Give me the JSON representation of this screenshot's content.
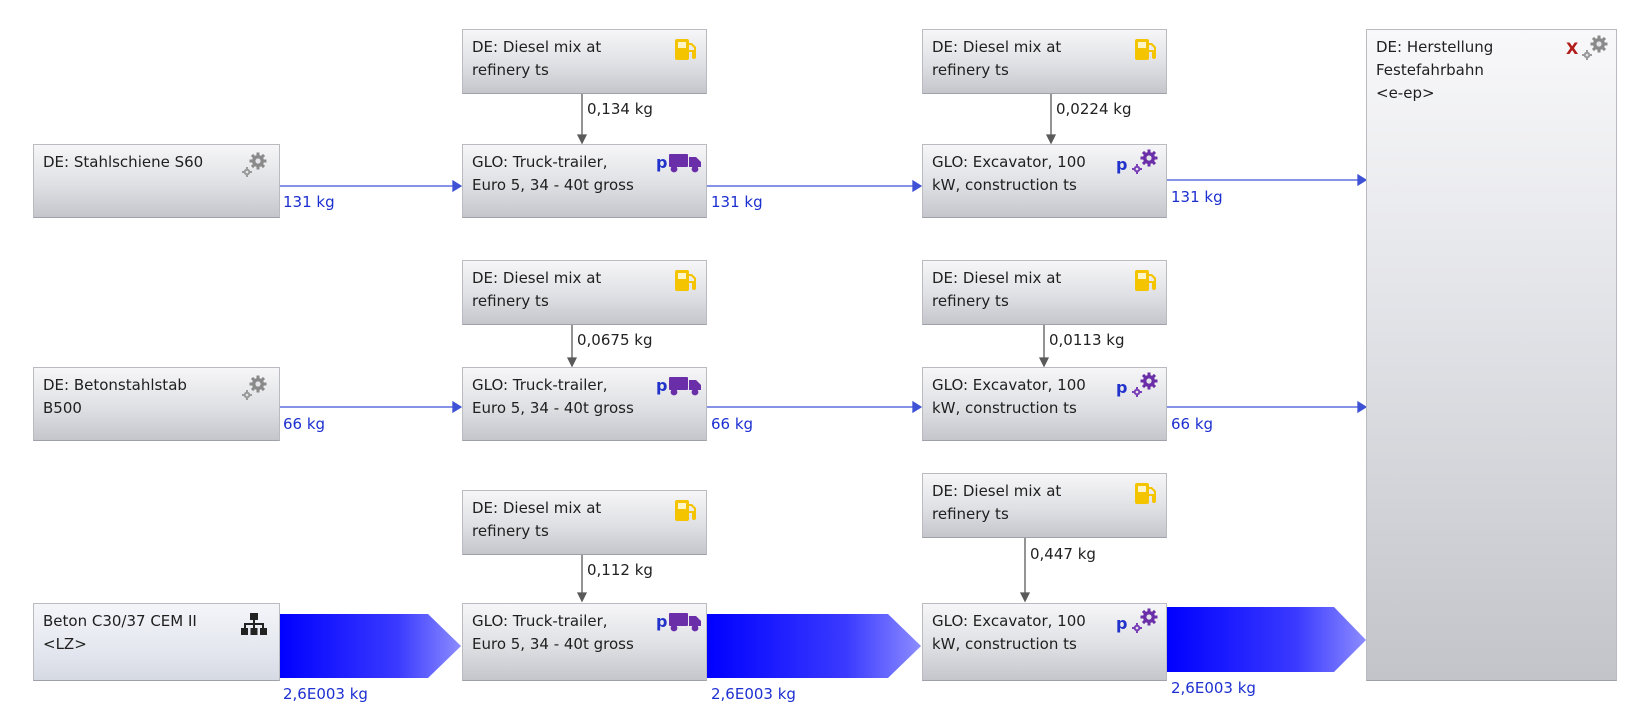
{
  "processes": {
    "stahlschiene": "DE: Stahlschiene S60",
    "betonstahl": "DE: Betonstahlstab\nB500",
    "beton": "Beton C30/37  CEM II\n<LZ>",
    "truck_1": "GLO: Truck-trailer,\nEuro 5, 34 - 40t gross",
    "truck_2": "GLO: Truck-trailer,\nEuro 5, 34 - 40t gross",
    "truck_3": "GLO: Truck-trailer,\nEuro 5, 34 - 40t gross",
    "excavator_1": "GLO: Excavator, 100\nkW, construction ts",
    "excavator_2": "GLO: Excavator, 100\nkW, construction ts",
    "excavator_3": "GLO: Excavator, 100\nkW, construction ts",
    "diesel_t1": "DE: Diesel mix at\nrefinery ts",
    "diesel_t2": "DE: Diesel mix at\nrefinery ts",
    "diesel_t3": "DE: Diesel mix at\nrefinery ts",
    "diesel_e1": "DE: Diesel mix at\nrefinery ts",
    "diesel_e2": "DE: Diesel mix at\nrefinery ts",
    "diesel_e3": "DE: Diesel mix at\nrefinery ts",
    "final": "DE: Herstellung\nFestefahrbahn\n<e-ep>"
  },
  "flows": {
    "stahl_to_truck": "131 kg",
    "truck1_to_exc": "131 kg",
    "exc1_to_final": "131 kg",
    "betonstahl_to_truck": "66 kg",
    "truck2_to_exc": "66 kg",
    "exc2_to_final": "66 kg",
    "beton_to_truck": "2,6E003 kg",
    "truck3_to_exc": "2,6E003 kg",
    "exc3_to_final": "2,6E003 kg",
    "diesel_t1": "0,134 kg",
    "diesel_t2": "0,0675 kg",
    "diesel_t3": "0,112 kg",
    "diesel_e1": "0,0224 kg",
    "diesel_e2": "0,0113 kg",
    "diesel_e3": "0,447 kg"
  },
  "icon_markers": {
    "parameter": "p",
    "final_marker": "X"
  },
  "colors": {
    "flow_blue": "#1c2fd1",
    "flow_arrow_start": "#0a0aff",
    "flow_arrow_end": "#8a8aff",
    "fuel_yellow": "#f5c400",
    "truck_purple": "#6a2fa8",
    "gear_gray": "#8a8a8a",
    "final_red": "#b21c1c"
  }
}
